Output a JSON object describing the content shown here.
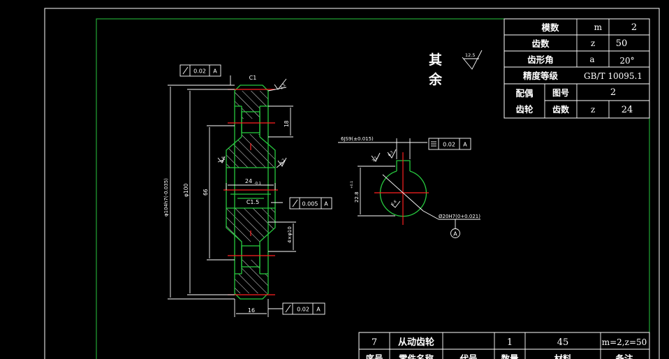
{
  "annotations": {
    "qiyu_1": "其",
    "qiyu_2": "余",
    "roughness_general": "12.5",
    "chamfer_top": "C1",
    "chamfer_inner": "C1.5",
    "tol_runout_top": "0.02",
    "tol_runout_mid": "0.005",
    "tol_runout_bottom": "0.02",
    "tol_sym_key": "0.02",
    "datum_a": "A",
    "dim_tip_dia": "φ104h7(-0.035)",
    "dim_pitch_dia": "φ100",
    "dim_root_dia": "66",
    "dim_bore_len": "24",
    "dim_bore_tol": "-0.1",
    "dim_web": "18",
    "dim_holes": "4×φ10",
    "dim_width": "16",
    "dim_keyway": "6JS9(±0.015)",
    "dim_keydepth": "22.8",
    "dim_keydepth_tol": "+0.1",
    "dim_bore_dia": "Ø20H7(0+0.021)",
    "rough_3_2a": "3.2",
    "rough_3_2b": "3.2",
    "rough_1_6": "1.6",
    "rough_6_3": "6.3"
  },
  "param_table": {
    "rows": [
      {
        "label": "模数",
        "symbol": "m",
        "value": "2"
      },
      {
        "label": "齿数",
        "symbol": "z",
        "value": "50"
      },
      {
        "label": "齿形角",
        "symbol": "a",
        "value": "20°"
      },
      {
        "label": "精度等级",
        "symbol": "",
        "value": "GB/T 10095.1"
      }
    ],
    "mate_label_1": "配偶",
    "mate_label_2": "齿轮",
    "mate_rows": [
      {
        "label": "图号",
        "symbol": "",
        "value": "2"
      },
      {
        "label": "齿数",
        "symbol": "z",
        "value": "24"
      }
    ]
  },
  "title_block": {
    "row": {
      "index": "7",
      "name": "从动齿轮",
      "code": "",
      "qty": "1",
      "material": "45",
      "note": "m=2,z=50"
    },
    "headers": {
      "index": "序号",
      "name": "零件名称",
      "code": "代号",
      "qty": "数量",
      "material": "材料",
      "note": "备注"
    }
  },
  "colors": {
    "outline": "#27c93f",
    "center": "#ff2020",
    "ink": "#ffffff",
    "background": "#000000"
  }
}
